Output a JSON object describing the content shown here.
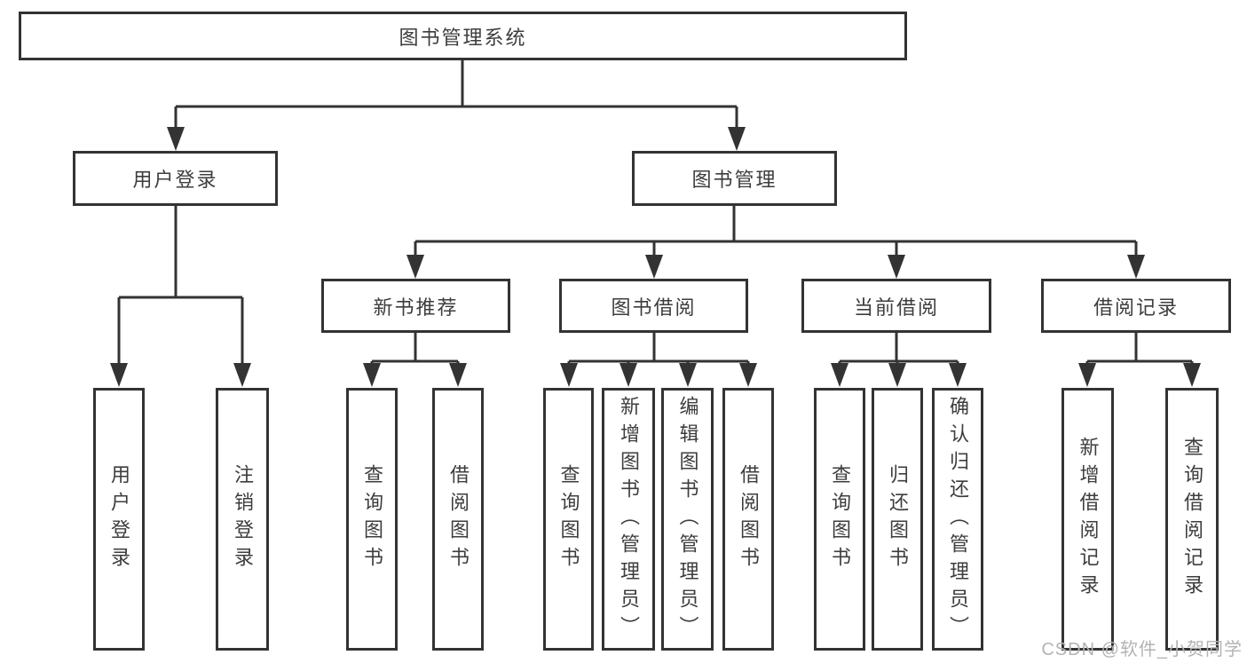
{
  "colors": {
    "line": "#333333",
    "text": "#3d3d3d",
    "box_background": "#ffffff",
    "watermark": "#b3b3b3"
  },
  "watermark": {
    "text": "CSDN @软件_小贺同学"
  },
  "tree": {
    "root": {
      "label": "图书管理系统",
      "children": [
        {
          "label": "用户登录",
          "children": [
            {
              "label": "用户登录"
            },
            {
              "label": "注销登录"
            }
          ]
        },
        {
          "label": "图书管理",
          "children": [
            {
              "label": "新书推荐",
              "children": [
                {
                  "label": "查询图书"
                },
                {
                  "label": "借阅图书"
                }
              ]
            },
            {
              "label": "图书借阅",
              "children": [
                {
                  "label": "查询图书"
                },
                {
                  "label": "新增图书（管理员）"
                },
                {
                  "label": "编辑图书（管理员）"
                },
                {
                  "label": "借阅图书"
                }
              ]
            },
            {
              "label": "当前借阅",
              "children": [
                {
                  "label": "查询图书"
                },
                {
                  "label": "归还图书"
                },
                {
                  "label": "确认归还（管理员）"
                }
              ]
            },
            {
              "label": "借阅记录",
              "children": [
                {
                  "label": "新增借阅记录"
                },
                {
                  "label": "查询借阅记录"
                }
              ]
            }
          ]
        }
      ]
    }
  }
}
